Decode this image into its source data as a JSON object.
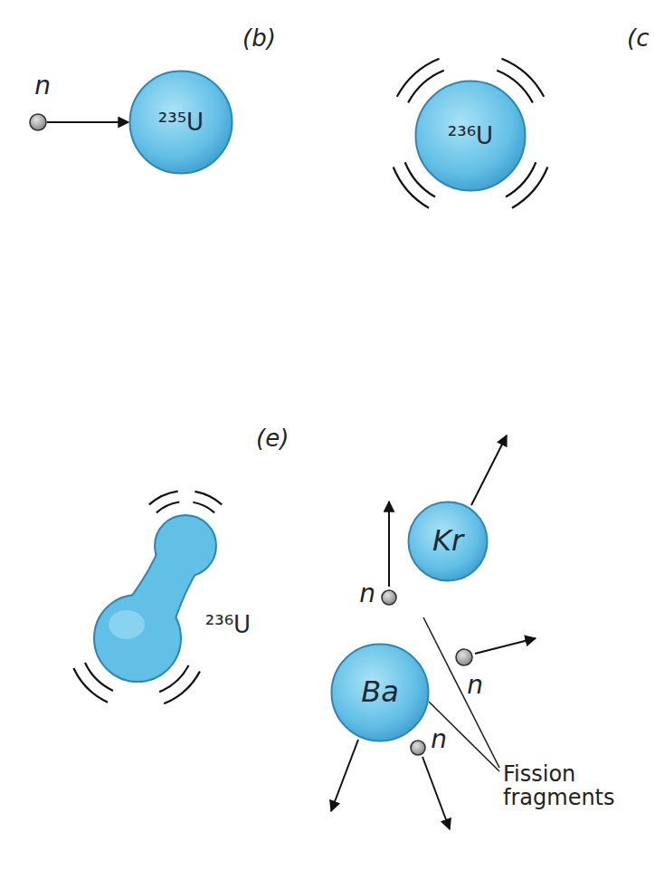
{
  "diagram": {
    "nodes": [
      {
        "text": [
          "n"
        ]
      },
      {
        "text": [
          "²³⁵U"
        ]
      },
      {
        "text": [
          "²³⁶U"
        ]
      },
      {
        "text": [
          "²³⁶U"
        ]
      },
      {
        "text": [
          "n"
        ]
      },
      {
        "text": [
          "Kr"
        ]
      },
      {
        "text": [
          "n"
        ]
      },
      {
        "text": [
          "Ba"
        ]
      },
      {
        "text": [
          "n"
        ]
      }
    ],
    "edges": [
      {
        "from": 0,
        "to": 1,
        "arrow": "to"
      }
    ],
    "labels": [
      "(b)",
      "(c",
      "(e)",
      "Fission fragments"
    ]
  }
}
